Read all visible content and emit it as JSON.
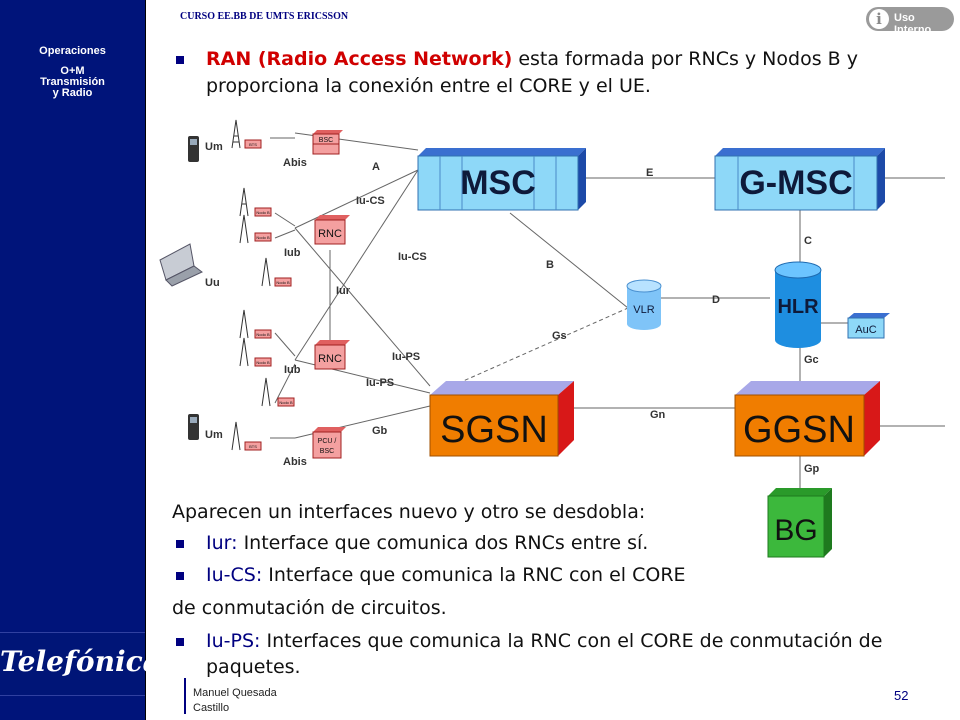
{
  "sidebar": {
    "line1": "Operaciones",
    "line2": "O+M",
    "line3": "Transmisión",
    "line4": "y Radio",
    "brand": "Telefónica"
  },
  "header": {
    "course": "CURSO EE.BB DE UMTS ERICSSON",
    "badge_icon": "i",
    "badge": "Uso Interno"
  },
  "intro": {
    "term": "RAN (Radio Access Network)",
    "line1_rest": " esta formada por RNCs y Nodos B y",
    "line2": "proporciona la conexión entre el CORE y el UE."
  },
  "diagram": {
    "nodes": {
      "msc": "MSC",
      "gmsc": "G-MSC",
      "hlr": "HLR",
      "vlr": "VLR",
      "auc": "AuC",
      "sgsn": "SGSN",
      "ggsn": "GGSN",
      "bg": "BG",
      "bsc": "BSC",
      "rnc1": "RNC",
      "rnc2": "RNC",
      "pcu": "PCU /",
      "pcu2": "BSC",
      "bts": "BTS",
      "nodeb": "Nodo B"
    },
    "links": {
      "a": "A",
      "iucs1": "Iu-CS",
      "iucs2": "Iu-CS",
      "e": "E",
      "c": "C",
      "b": "B",
      "d": "D",
      "gs": "Gs",
      "iur": "Iur",
      "iups1": "Iu-PS",
      "iups2": "Iu-PS",
      "gn": "Gn",
      "gc": "Gc",
      "gp": "Gp",
      "gb": "Gb",
      "abis1": "Abis",
      "abis2": "Abis",
      "um1": "Um",
      "um2": "Um",
      "uu": "Uu",
      "iub1": "Iub",
      "iub2": "Iub"
    }
  },
  "body": {
    "p1": "Aparecen un interfaces nuevo y otro se desdobla:",
    "b1_term": "Iur:",
    "b1_rest": " Interface que comunica dos RNCs entre sí.",
    "b2_term": "Iu-CS:",
    "b2_rest": " Interface que comunica la RNC con el CORE",
    "b2_cont": "de conmutación de circuitos.",
    "b3_term": "Iu-PS:",
    "b3_rest": " Interfaces que comunica la RNC con el CORE de conmutación de",
    "b3_cont": "paquetes."
  },
  "footer": {
    "author_line1": "Manuel Quesada",
    "author_line2": "Castillo",
    "page": "52"
  },
  "colors": {
    "sidebar": "#00147a",
    "accent": "#000080",
    "highlight": "#d00000",
    "core": "#8ed8f8",
    "packet": "#f07d00",
    "bg_node": "#3cb83c"
  }
}
